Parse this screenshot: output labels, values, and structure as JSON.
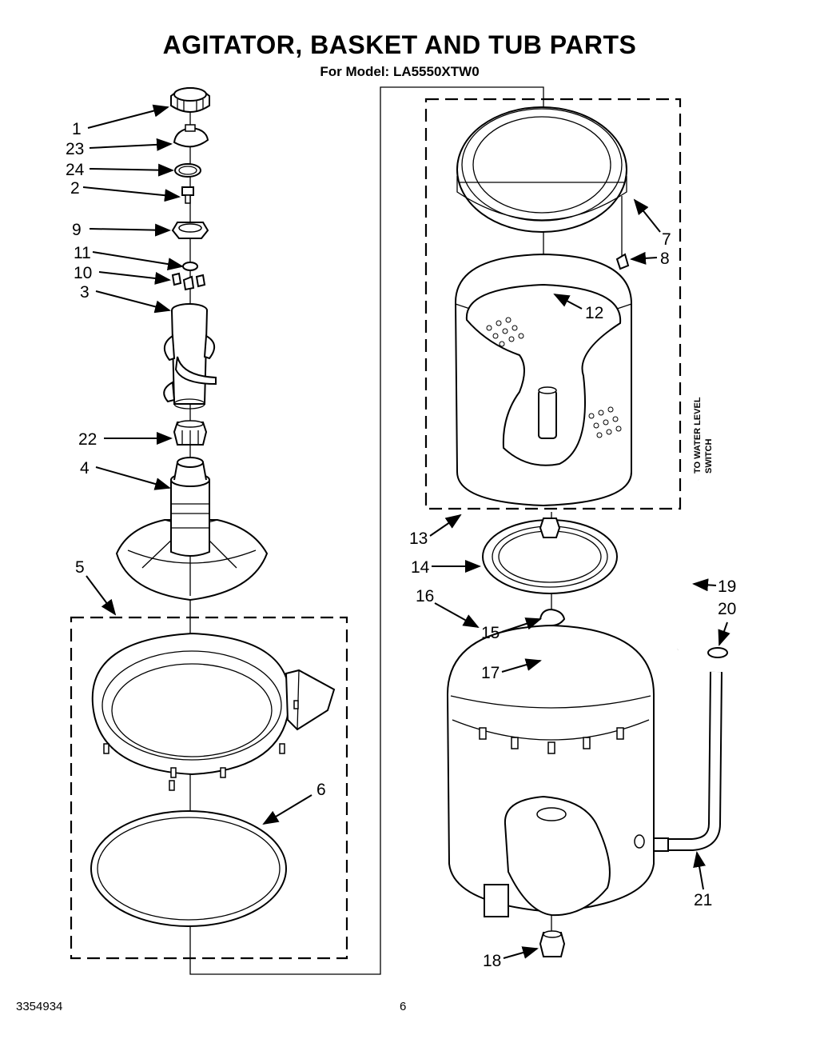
{
  "title": "AGITATOR, BASKET AND TUB PARTS",
  "subtitle": "For Model: LA5550XTW0",
  "footer": {
    "doc_number": "3354934",
    "page_number": "6"
  },
  "callouts": {
    "c1": "1",
    "c23": "23",
    "c24": "24",
    "c2": "2",
    "c9": "9",
    "c11": "11",
    "c10": "10",
    "c3": "3",
    "c22": "22",
    "c4": "4",
    "c5": "5",
    "c6": "6",
    "c7": "7",
    "c8": "8",
    "c12": "12",
    "c13": "13",
    "c14": "14",
    "c16": "16",
    "c15": "15",
    "c17": "17",
    "c18": "18",
    "c19": "19",
    "c20": "20",
    "c21": "21"
  },
  "hose_note_line1": "TO WATER LEVEL",
  "hose_note_line2": "SWITCH"
}
